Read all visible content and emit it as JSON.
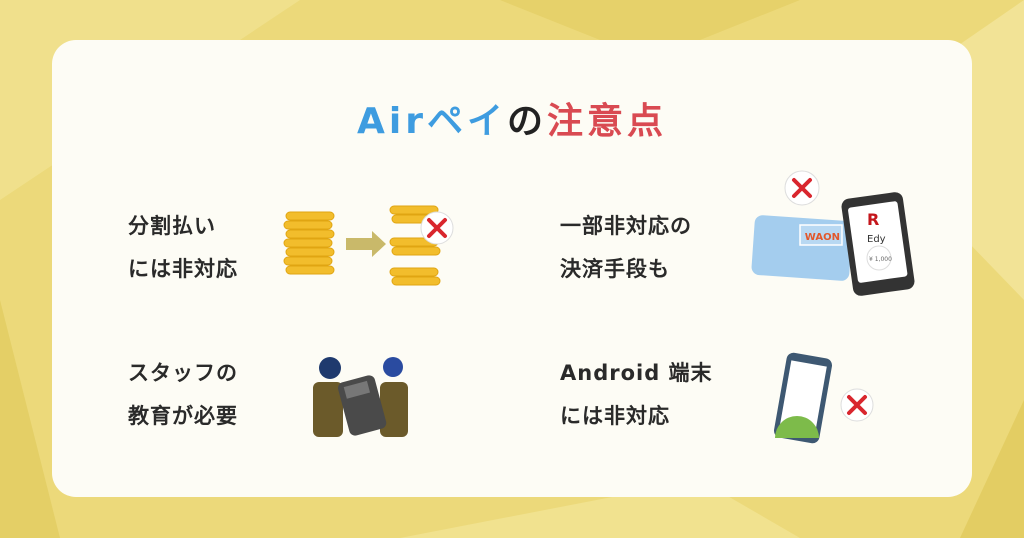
{
  "title": {
    "part1": "Airペイ",
    "part2": "の",
    "part3": "注意点"
  },
  "items": [
    {
      "line1": "分割払い",
      "line2": "には非対応"
    },
    {
      "line1": "一部非対応の",
      "line2": "決済手段も"
    },
    {
      "line1": "スタッフの",
      "line2": "教育が必要"
    },
    {
      "line1": "Android 端末",
      "line2": "には非対応"
    }
  ],
  "illustrations": {
    "card_brand": "WAON",
    "phone_brand_logo": "R",
    "phone_brand_name": "Edy",
    "phone_amount": "¥ 1,000"
  },
  "colors": {
    "accent_blue": "#3e9ce0",
    "accent_red": "#d94a52",
    "background": "#ecd97a"
  }
}
